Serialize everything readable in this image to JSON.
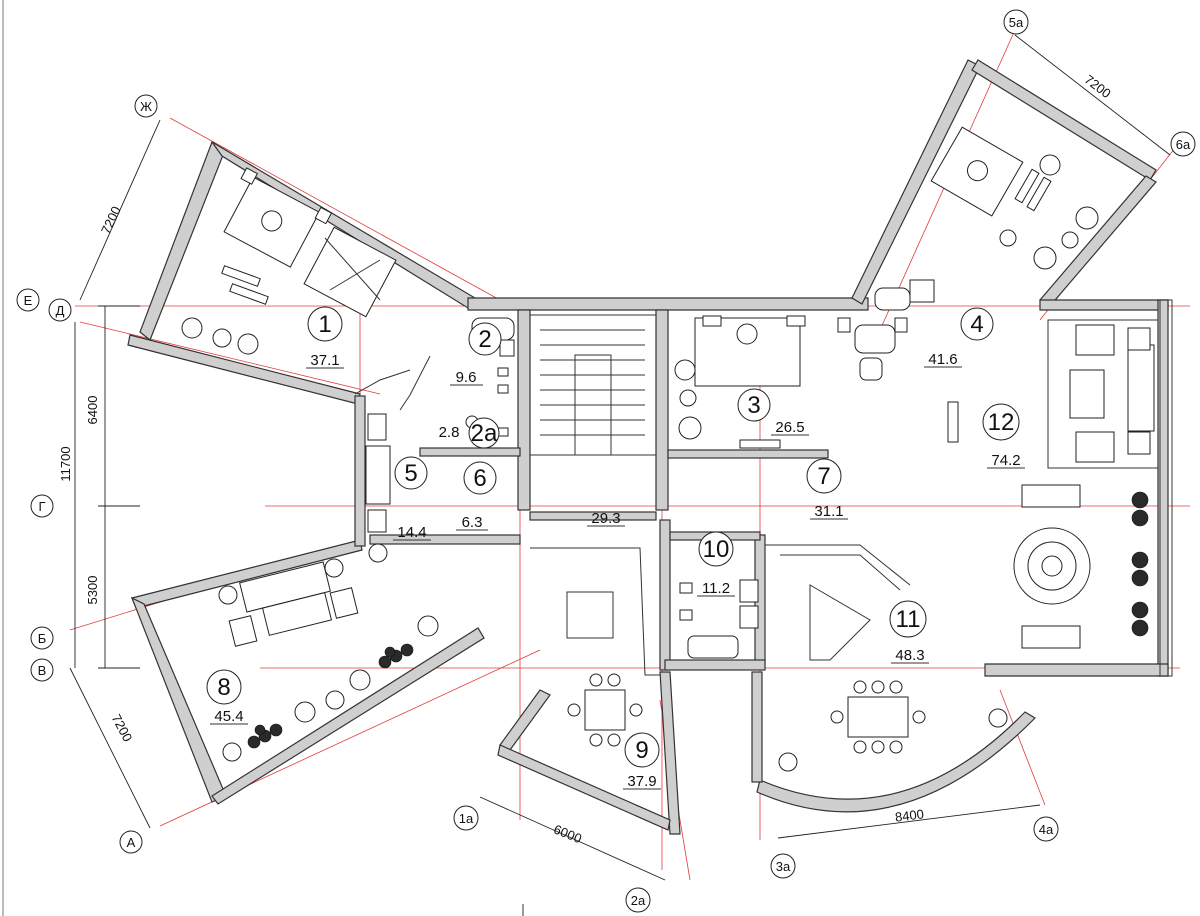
{
  "axis_labels": {
    "A": "А",
    "B": "Б",
    "V": "В",
    "G": "Г",
    "D": "Д",
    "E": "Е",
    "Zh": "Ж",
    "a1": "1а",
    "a2": "2а",
    "a3": "3а",
    "a4": "4а",
    "a5": "5а",
    "a6": "6а"
  },
  "dimensions": {
    "left_top_7200": "7200",
    "left_bottom_7200": "7200",
    "total_11700": "11700",
    "seg_6400": "6400",
    "seg_5300": "5300",
    "bottom_6000": "6000",
    "bottom_8400": "8400",
    "top_right_7200": "7200"
  },
  "rooms": {
    "r1": {
      "num": "1",
      "area": "37.1"
    },
    "r2": {
      "num": "2",
      "area": "9.6"
    },
    "r2a": {
      "num": "2а",
      "area": "2.8"
    },
    "r3": {
      "num": "3",
      "area": "26.5"
    },
    "r4": {
      "num": "4",
      "area": "41.6"
    },
    "r5": {
      "num": "5",
      "area": "14.4"
    },
    "r6": {
      "num": "6",
      "area": "6.3"
    },
    "r7": {
      "num": "7",
      "area": "31.1"
    },
    "r8": {
      "num": "8",
      "area": "45.4"
    },
    "r9": {
      "num": "9",
      "area": "37.9"
    },
    "r10": {
      "num": "10",
      "area": "11.2"
    },
    "r11": {
      "num": "11",
      "area": "48.3"
    },
    "r12": {
      "num": "12",
      "area": "74.2"
    },
    "stair": {
      "area": "29.3"
    }
  },
  "colors": {
    "wall": "#cfcfcf",
    "axis_line": "#e23b3b",
    "ink": "#222222"
  }
}
